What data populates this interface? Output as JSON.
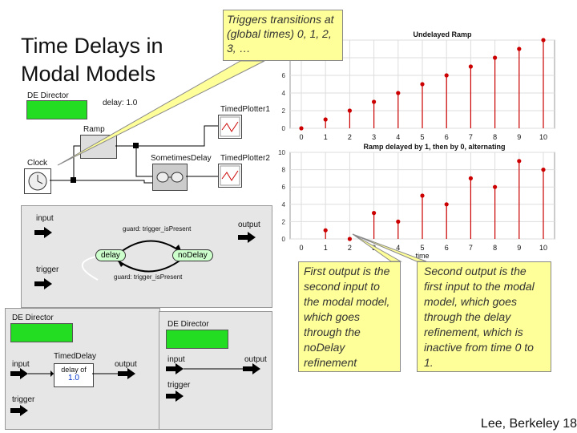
{
  "title_line1": "Time Delays in",
  "title_line2": "Modal Models",
  "callouts": {
    "top": "Triggers transitions at (global times) 0, 1, 2, 3, …",
    "first": "First output is the second input to the modal model, which goes through the noDelay refinement",
    "second": "Second output is the first input to the modal model, which goes through the delay refinement, which is inactive from time 0 to 1."
  },
  "model": {
    "director": "DE Director",
    "delay_param": "delay: 1.0",
    "ramp": "Ramp",
    "clock": "Clock",
    "timed_plotter1": "TimedPlotter1",
    "timed_plotter2": "TimedPlotter2",
    "sometimes_delay": "SometimesDelay"
  },
  "fsm": {
    "input": "input",
    "trigger": "trigger",
    "output": "output",
    "guard_top": "guard: trigger_isPresent",
    "guard_bottom": "guard: trigger_isPresent",
    "state_delay": "delay",
    "state_nodelay": "noDelay"
  },
  "refine1": {
    "director": "DE Director",
    "input": "input",
    "output": "output",
    "trigger": "trigger",
    "actor": "TimedDelay",
    "delay_of": "delay of",
    "delay_value": "1.0"
  },
  "refine2": {
    "director": "DE Director",
    "input": "input",
    "output": "output",
    "trigger": "trigger"
  },
  "footer": "Lee, Berkeley 18",
  "colors": {
    "callout": "#ffff99",
    "stem": "#cc0000",
    "green": "#22dd22"
  },
  "chart_data": [
    {
      "type": "scatter",
      "title": "Undelayed Ramp",
      "x": [
        0,
        1,
        2,
        3,
        4,
        5,
        6,
        7,
        8,
        9,
        10
      ],
      "y": [
        0,
        1,
        2,
        3,
        4,
        5,
        6,
        7,
        8,
        9,
        10
      ],
      "xlim": [
        0,
        10
      ],
      "ylim": [
        0,
        10
      ],
      "yticks": [
        0,
        2,
        4,
        6,
        8,
        10
      ],
      "xticks": [
        0,
        1,
        2,
        3,
        4,
        5,
        6,
        7,
        8,
        9,
        10
      ],
      "xlabel": "",
      "grid": true
    },
    {
      "type": "scatter",
      "title": "Ramp delayed by 1, then by 0, alternating",
      "x": [
        1,
        2,
        3,
        4,
        5,
        6,
        7,
        8,
        9,
        10
      ],
      "y": [
        1,
        0,
        3,
        2,
        5,
        4,
        7,
        6,
        9,
        8
      ],
      "xlim": [
        0,
        10
      ],
      "ylim": [
        0,
        10
      ],
      "yticks": [
        0,
        2,
        4,
        6,
        8,
        10
      ],
      "xticks": [
        0,
        1,
        2,
        3,
        4,
        5,
        6,
        7,
        8,
        9,
        10
      ],
      "xlabel": "time",
      "grid": true
    }
  ]
}
